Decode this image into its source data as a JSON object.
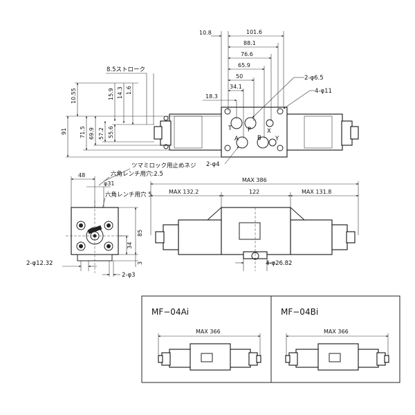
{
  "top_view": {
    "dims_top": [
      "10.8",
      "101.6",
      "88.1",
      "76.6",
      "65.9",
      "50",
      "34.1",
      "18.3"
    ],
    "dims_left": [
      "10.55",
      "15.9",
      "14.3",
      "1.6",
      "71.5",
      "91",
      "69.9",
      "57.2",
      "55.6"
    ],
    "stroke_label": "8.5ストローク",
    "hole_6_5": "2-φ6.5",
    "hole_11": "4-φ11",
    "hole_4": "2-φ4",
    "ports": [
      "T",
      "P",
      "X",
      "A",
      "B",
      "Y"
    ]
  },
  "front_view": {
    "lock_screw": "ツマミロック用止めネジ",
    "hex_wrench_25": "六角レンチ用穴:2.5",
    "hex_wrench_5": "六角レンチ用穴 5",
    "dim_48": "48",
    "dim_phi31": "φ31",
    "dim_85": "85",
    "dim_34": "34",
    "dim_3": "3",
    "dim_phi12_32": "2-φ12.32",
    "dim_phi3": "2-φ3",
    "dim_max386": "MAX 386",
    "dim_max132_2": "MAX 132.2",
    "dim_122": "122",
    "dim_max131_8": "MAX 131.8",
    "dim_phi26_82": "4-φ26.82"
  },
  "variants": [
    {
      "model": "MF−04Ai",
      "dim": "MAX 366"
    },
    {
      "model": "MF−04Bi",
      "dim": "MAX 366"
    }
  ]
}
